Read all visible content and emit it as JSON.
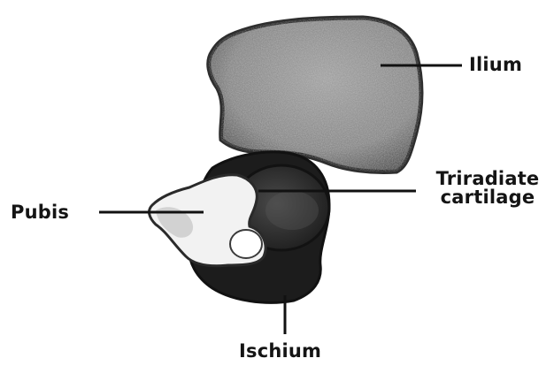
{
  "labels": {
    "ilium": "Ilium",
    "pubis": "Pubis",
    "triradiate_line1": "Triradiate",
    "triradiate_line2": "cartilage",
    "ischium": "Ischium"
  },
  "colors": {
    "ilium_fill": "#8f8f8f",
    "ilium_outline": "#2e2e2e",
    "ischium_fill": "#1c1c1c",
    "acetabulum_fill": "#3a3a3a",
    "pubis_fill": "#f2f2f2",
    "leader_line": "#111111",
    "text": "#141414"
  }
}
